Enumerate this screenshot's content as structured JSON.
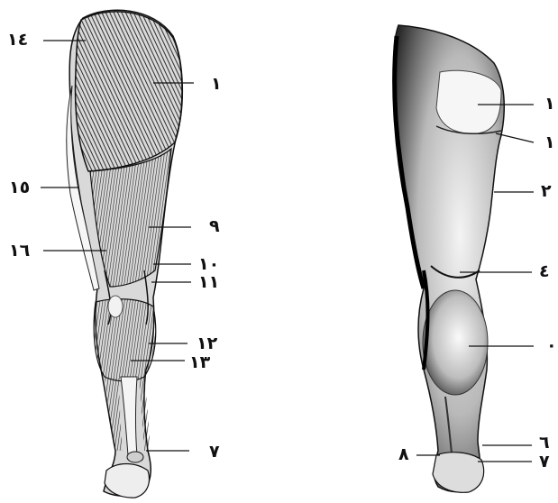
{
  "diagram": {
    "left_figure": {
      "labels": [
        "١٤",
        "١",
        "١٥",
        "٩",
        "١٦",
        "١٠",
        "١١",
        "١٢",
        "١٣",
        "٧"
      ]
    },
    "right_figure": {
      "labels": [
        "١",
        "١",
        "٢",
        "٤",
        "٠",
        "٦",
        "٨",
        "٧"
      ]
    }
  }
}
